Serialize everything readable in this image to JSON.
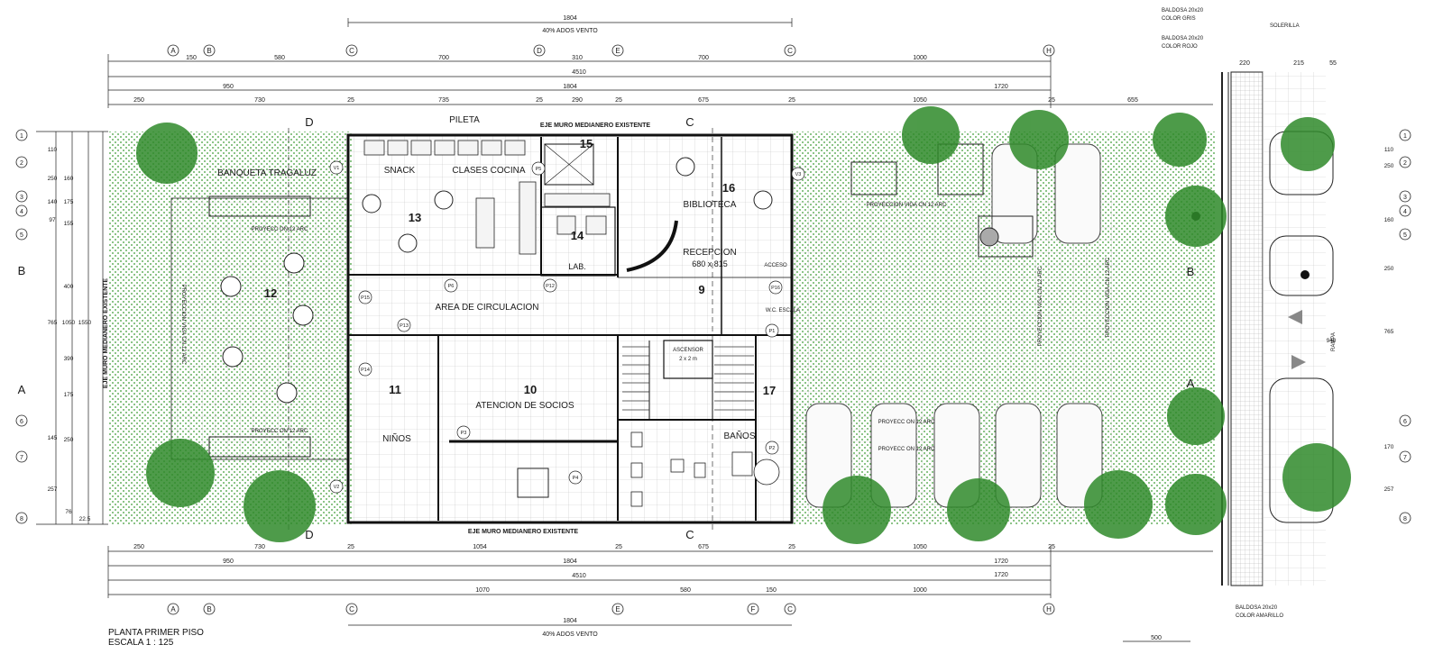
{
  "plan": {
    "title": "PLANTA PRIMER PISO",
    "scale": "ESCALA 1 : 125",
    "colors": {
      "vegetation": "#3a9a32",
      "tree": "#2f8a2a",
      "line": "#1a1a1a",
      "grid": "#bdbdbd"
    },
    "axes_vertical": [
      "A",
      "B",
      "C",
      "D",
      "E",
      "C",
      "H"
    ],
    "axes_vertical_bottom": [
      "A",
      "B",
      "C",
      "E",
      "F",
      "C",
      "H"
    ],
    "axes_horizontal": [
      "1",
      "2",
      "3",
      "4",
      "5",
      "6",
      "7",
      "8"
    ],
    "dims_top": {
      "total_1804": "1804",
      "ventilation": "40% ADOS VENTO",
      "total_4510": "4510",
      "row1": [
        "150",
        "580",
        "700",
        "310",
        "700",
        "1000"
      ],
      "row2": [
        "950",
        "1804",
        "1720"
      ],
      "row3": [
        "250",
        "730",
        "25",
        "735",
        "25",
        "290",
        "25",
        "675",
        "25",
        "1050",
        "25",
        "655"
      ]
    },
    "dims_bottom": {
      "row1": [
        "250",
        "730",
        "25",
        "1054",
        "25",
        "675",
        "25",
        "1050",
        "25",
        "1720"
      ],
      "row2": [
        "950",
        "1804",
        "1720"
      ],
      "total_4510": "4510",
      "row3": [
        "1070",
        "580",
        "150",
        "1000"
      ],
      "total_1804": "1804",
      "ventilation": "40% ADOS VENTO",
      "side_500": "500"
    },
    "dims_left": [
      "110",
      "250",
      "160",
      "140",
      "175",
      "97",
      "155",
      "400",
      "765",
      "1050",
      "1550",
      "390",
      "175",
      "145",
      "250",
      "257",
      "76",
      "22.5"
    ],
    "dims_right": [
      "110",
      "250",
      "160",
      "250",
      "765",
      "170",
      "257",
      "940"
    ],
    "right_dims_top": [
      "220",
      "215",
      "55"
    ],
    "right_notes": [
      "BALDOSA 20x20",
      "COLOR GRIS",
      "BALDOSA 20x20",
      "COLOR ROJO",
      "BALDOSA 20x20",
      "COLOR AMARILLO",
      "RAMPA",
      "SOLERILLA"
    ],
    "rooms": [
      {
        "num": "13",
        "name": "SNACK"
      },
      {
        "name": "CLASES COCINA"
      },
      {
        "num": "15",
        "name": "PILETA"
      },
      {
        "num": "16",
        "name": "BIBLIOTECA"
      },
      {
        "num": "14",
        "name": "LAB."
      },
      {
        "num": "12",
        "name": "BANQUETA TRAGALUZ"
      },
      {
        "num": "9",
        "name": "RECEPCION",
        "extra": "680 x 815"
      },
      {
        "name": "AREA DE CIRCULACION"
      },
      {
        "num": "11",
        "name": "NIÑOS"
      },
      {
        "num": "10",
        "name": "ATENCION DE SOCIOS"
      },
      {
        "num": "17",
        "name": "BAÑOS"
      }
    ],
    "wall_labels": {
      "top": "EJE MURO MEDIANERO EXISTENTE",
      "bottom": "EJE MURO MEDIANERO EXISTENTE",
      "left": "EJE MURO MEDIANERO EXISTENTE"
    },
    "projections": [
      "PROYECC ON 12 ARC",
      "PROYECC ON 12 ARC",
      "PROYECCION VIGA CN 12 ARC",
      "PROYECCION VIGA CN 12 ARC",
      "PROYECC ON 12 ARC",
      "PROYECC ON 12 ARC",
      "PROYECCION VIGA CN 12 ARC",
      "PROYECCION VIGA CN 12 ARC"
    ],
    "misc": {
      "ascensor": "ASCENSOR",
      "ascensor2": "2 x 2 m",
      "acc_esc": "ACCESO",
      "wc_esc": "W.C. ESCALA",
      "cut_A": "A",
      "cut_B": "B",
      "cut_C": "C",
      "cut_D": "D"
    },
    "doors": [
      "P1",
      "P2",
      "P3",
      "P4",
      "P5",
      "P6",
      "P12",
      "P13",
      "P14",
      "P15",
      "P16",
      "V1",
      "V2",
      "V3"
    ]
  }
}
